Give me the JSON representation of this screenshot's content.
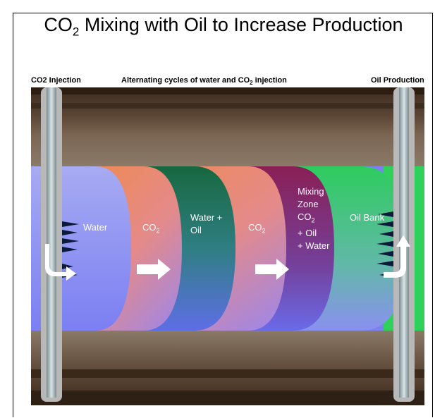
{
  "title": {
    "main": "CO",
    "sub": "2",
    "rest": " Mixing with Oil to Increase Production"
  },
  "header": {
    "left": "CO2 Injection",
    "center_main": "Alternating cycles of water and CO",
    "center_sub": "2",
    "center_rest": " injection",
    "right": "Oil Production"
  },
  "zones": {
    "water": "Water",
    "co2_a": "CO",
    "co2_a_sub": "2",
    "water_oil_1": "Water +",
    "water_oil_2": "Oil",
    "co2_b": "CO",
    "co2_b_sub": "2",
    "mixing_1": "Mixing",
    "mixing_2": "Zone",
    "mixing_3": "CO",
    "mixing_3_sub": "2",
    "mixing_4": "+ Oil",
    "mixing_5": "+ Water",
    "oil_bank": "Oil Bank"
  },
  "colors": {
    "water": "#8a90f0",
    "co2": "#f4914a",
    "water_oil": "#1f7a55",
    "mixing": "#8e2a6e",
    "oil_bank": "#3ad06a",
    "rock": "#6b5a48",
    "gravel": "#c8c8c8"
  }
}
